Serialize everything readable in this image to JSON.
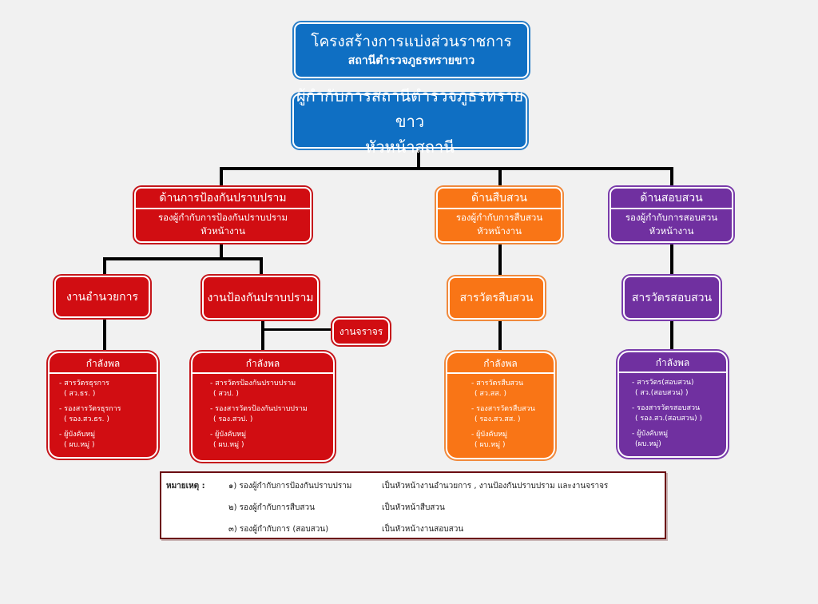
{
  "title": {
    "line1": "โครงสร้างการแบ่งส่วนราชการ",
    "line2": "สถานีตำรวจภูธรทรายขาว"
  },
  "head": {
    "line1": "ผู้กำกับการสถานีตำรวจภูธรทรายขาว",
    "line2": "หัวหน้าสถานี"
  },
  "departments": [
    {
      "name": "ด้านการป้องกันปราบปราม",
      "leader": "รองผู้กำกับการป้องกันปราบปราม",
      "role": "หัวหน้างาน",
      "color": "#d10d12"
    },
    {
      "name": "ด้านสืบสวน",
      "leader": "รองผู้กำกับการสืบสวน",
      "role": "หัวหน้างาน",
      "color": "#f97516"
    },
    {
      "name": "ด้านสอบสวน",
      "leader": "รองผู้กำกับการสอบสวน",
      "role": "หัวหน้างาน",
      "color": "#7030a0"
    }
  ],
  "units": {
    "admin": "งานอำนวยการ",
    "prevention": "งานป้องกันปราบปราม",
    "traffic": "งานจราจร",
    "investigation": "สารวัตรสืบสวน",
    "inquiry": "สารวัตรสอบสวน"
  },
  "staff": {
    "heading": "กำลังพล",
    "admin": [
      {
        "title": "- สารวัตรธุรการ",
        "abbr": "( สว.ธร. )"
      },
      {
        "title": "- รองสารวัตรธุรการ",
        "abbr": "( รอง.สว.ธร. )"
      },
      {
        "title": "- ผู้บังคับหมู่",
        "abbr": "( ผบ.หมู่ )"
      }
    ],
    "prevention": [
      {
        "title": "- สารวัตรป้องกันปราบปราม",
        "abbr": "( สวป. )"
      },
      {
        "title": "- รองสารวัตรป้องกันปราบปราม",
        "abbr": "( รอง.สวป. )"
      },
      {
        "title": "- ผู้บังคับหมู่",
        "abbr": "( ผบ.หมู่ )"
      }
    ],
    "investigation": [
      {
        "title": "- สารวัตรสืบสวน",
        "abbr": "( สว.สส. )"
      },
      {
        "title": "- รองสารวัตรสืบสวน",
        "abbr": "( รอง.สว.สส. )"
      },
      {
        "title": "- ผู้บังคับหมู่",
        "abbr": "( ผบ.หมู่ )"
      }
    ],
    "inquiry": [
      {
        "title": "- สารวัตร(สอบสวน)",
        "abbr": "( สว.(สอบสวน) )"
      },
      {
        "title": "- รองสารวัตรสอบสวน",
        "abbr": "( รอง.สว.(สอบสวน) )"
      },
      {
        "title": "- ผู้บังคับหมู่",
        "abbr": "(ผบ.หมู่)"
      }
    ]
  },
  "note": {
    "label": "หมายเหตุ :",
    "rows": [
      {
        "who": "๑) รองผู้กำกับการป้องกันปราบปราม",
        "duty": "เป็นหัวหน้างานอำนวยการ , งานป้องกันปราบปราม  และงานจราจร"
      },
      {
        "who": "๒) รองผู้กำกับการสืบสวน",
        "duty": "เป็นหัวหน้าสืบสวน"
      },
      {
        "who": "๓) รองผู้กำกับการ (สอบสวน)",
        "duty": "เป็นหัวหน้างานสอบสวน"
      }
    ]
  }
}
